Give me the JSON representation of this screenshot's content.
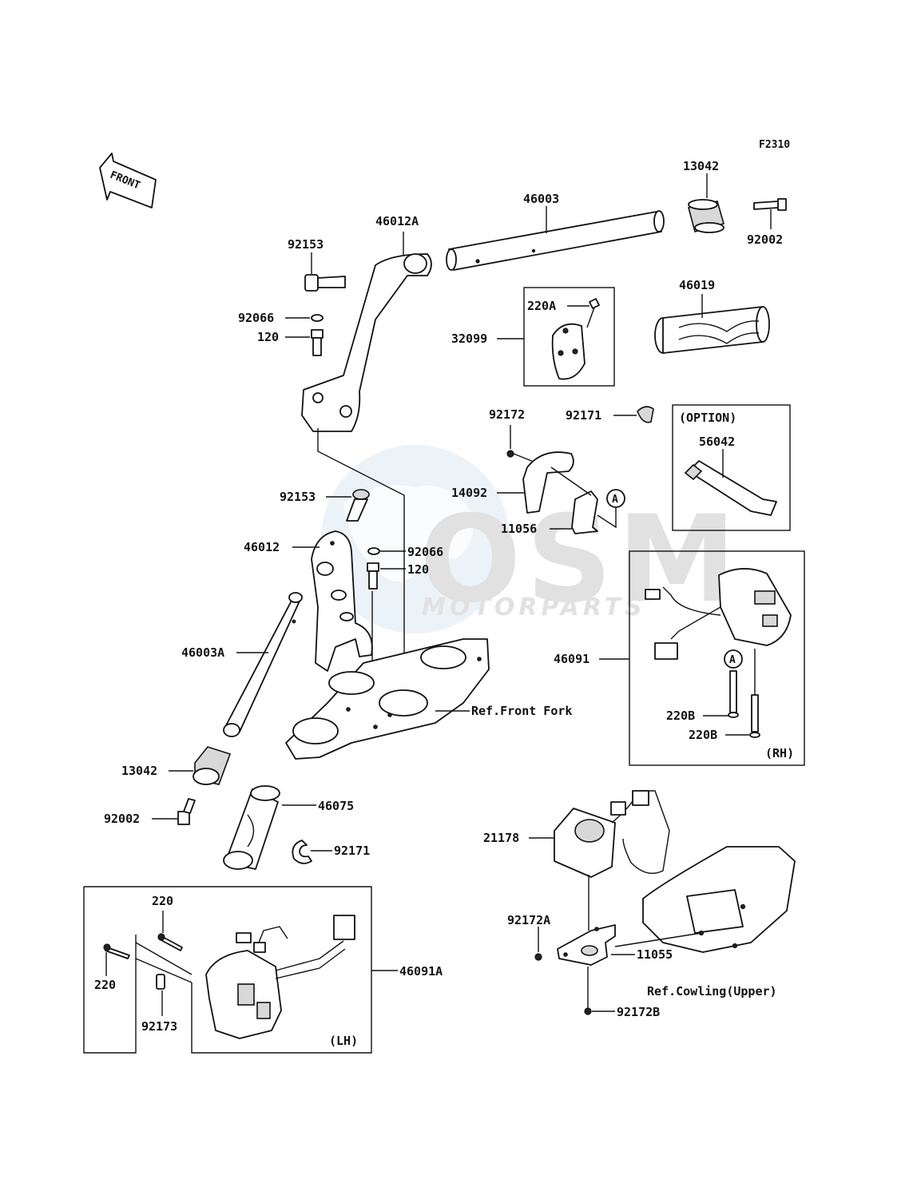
{
  "diagram_code": "F2310",
  "front_arrow_label": "FRONT",
  "watermark": {
    "brand": "OSM",
    "sub": "MOTORPARTS"
  },
  "labels": {
    "p13042_top": "13042",
    "p46003": "46003",
    "p92002_top": "92002",
    "p46012A": "46012A",
    "p92153_top": "92153",
    "p92066_top": "92066",
    "p120_top": "120",
    "p220A": "220A",
    "p32099": "32099",
    "p46019": "46019",
    "p92172": "92172",
    "p92171_top": "92171",
    "p14092": "14092",
    "p11056": "11056",
    "p92153_mid": "92153",
    "p46012": "46012",
    "p92066_mid": "92066",
    "p120_mid": "120",
    "p46003A": "46003A",
    "ref_front_fork": "Ref.Front Fork",
    "p13042_bot": "13042",
    "p92002_bot": "92002",
    "p46075": "46075",
    "p92171_bot": "92171",
    "p46091": "46091",
    "p220B_1": "220B",
    "p220B_2": "220B",
    "rh": "(RH)",
    "option_title": "(OPTION)",
    "p56042": "56042",
    "p21178": "21178",
    "p92172A": "92172A",
    "p11055": "11055",
    "ref_cowling": "Ref.Cowling(Upper)",
    "p92172B": "92172B",
    "p220_a": "220",
    "p220_b": "220",
    "p92173": "92173",
    "p46091A": "46091A",
    "lh": "(LH)",
    "ref_a_1": "A",
    "ref_a_2": "A"
  }
}
